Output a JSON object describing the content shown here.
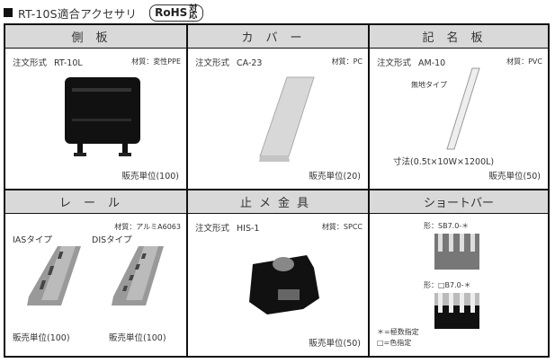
{
  "title": "RT-10S適合アクセサリ",
  "rohs": {
    "label": "RoHS",
    "suffix": "対応"
  },
  "order_label": "注文形式",
  "cells": {
    "side_plate": {
      "header": "側板",
      "order_code": "RT-10L",
      "material": "材質：変性PPE",
      "unit": "販売単位(100)"
    },
    "cover": {
      "header": "カバー",
      "order_code": "CA-23",
      "material": "材質：PC",
      "unit": "販売単位(20)"
    },
    "name_plate": {
      "header": "記名板",
      "order_code": "AM-10",
      "material": "材質：PVC",
      "type": "無地タイプ",
      "size": "寸法(0.5t×10W×1200L)",
      "unit": "販売単位(50)"
    },
    "rail": {
      "header": "レール",
      "material": "材質：アルミA6063",
      "ias_label": "IASタイプ",
      "dis_label": "DISタイプ",
      "ias_unit": "販売単位(100)",
      "dis_unit": "販売単位(100)"
    },
    "stopper": {
      "header": "止メ金具",
      "order_code": "HIS-1",
      "material": "材質：SPCC",
      "unit": "販売単位(50)"
    },
    "short_bar": {
      "header": "ショートバー",
      "form1": "形：SB7.0-＊",
      "form2": "形：□B7.0-＊",
      "note1": "＊=極数指定",
      "note2": "□=色指定"
    }
  }
}
